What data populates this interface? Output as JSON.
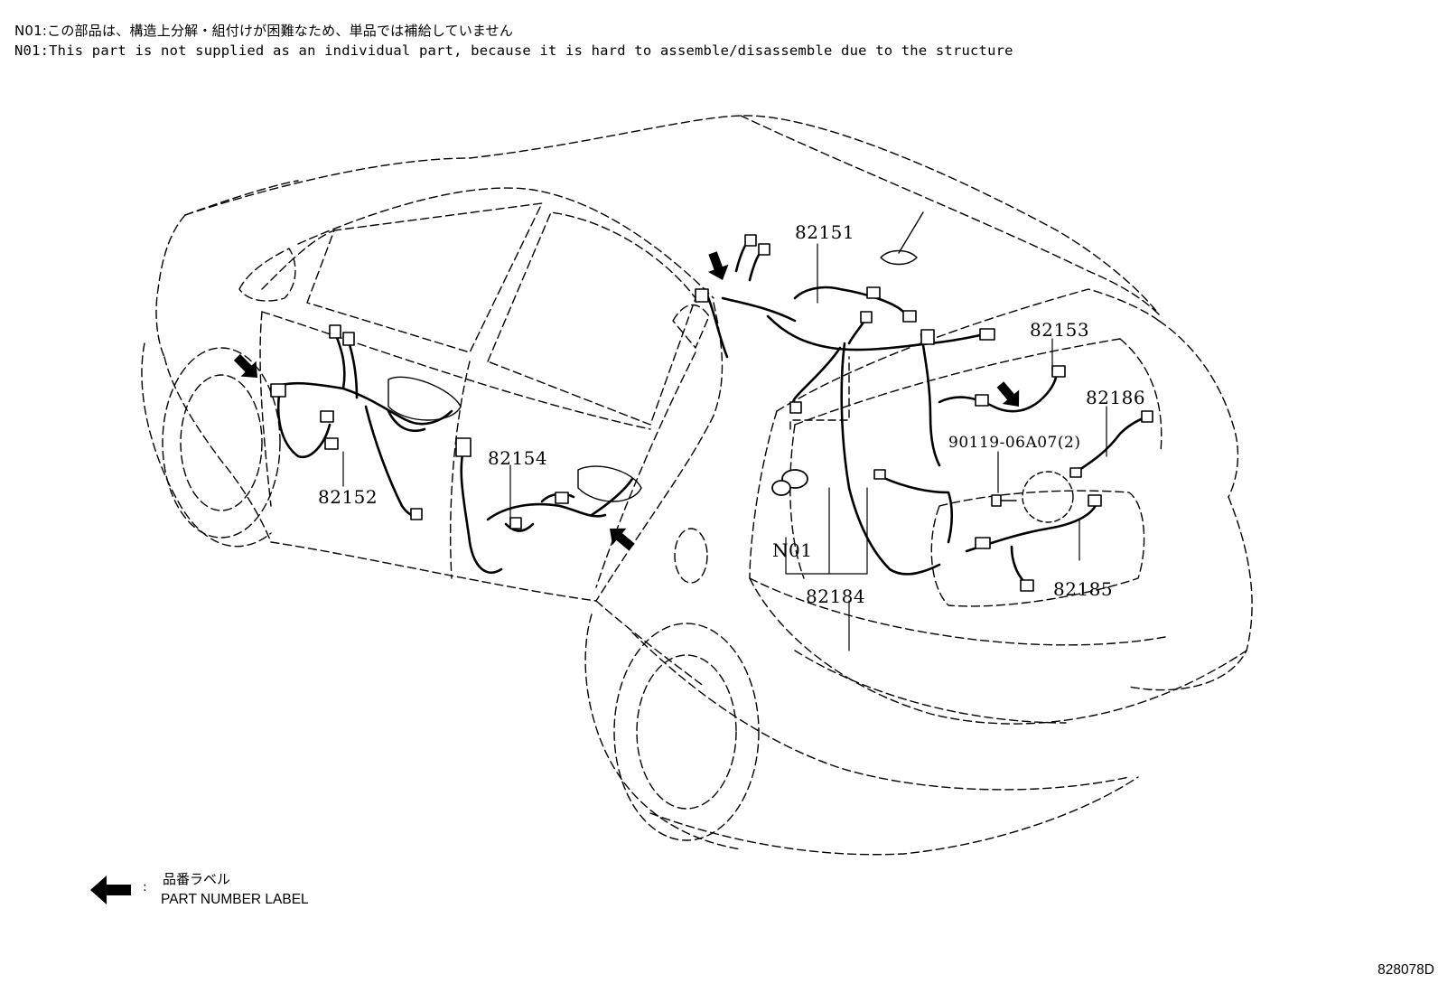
{
  "notes": {
    "jp": "N01:この部品は、構造上分解・組付けが困難なため、単品では補給していません",
    "en": "N01:This part is not supplied as an individual part, because it is hard to assemble/disassemble due to the structure"
  },
  "callouts": {
    "c82151": "82151",
    "c82152": "82152",
    "c82153": "82153",
    "c82154": "82154",
    "c82184": "82184",
    "c82185": "82185",
    "c82186": "82186",
    "c90119": "90119-06A07(2)",
    "cN01": "N01"
  },
  "legend": {
    "jp": "品番ラベル",
    "en": "PART NUMBER LABEL",
    "separator": ":",
    "arrow_icon": "left-arrow-icon"
  },
  "figure_id": "828078D",
  "colors": {
    "line": "#000000",
    "background": "#ffffff"
  }
}
